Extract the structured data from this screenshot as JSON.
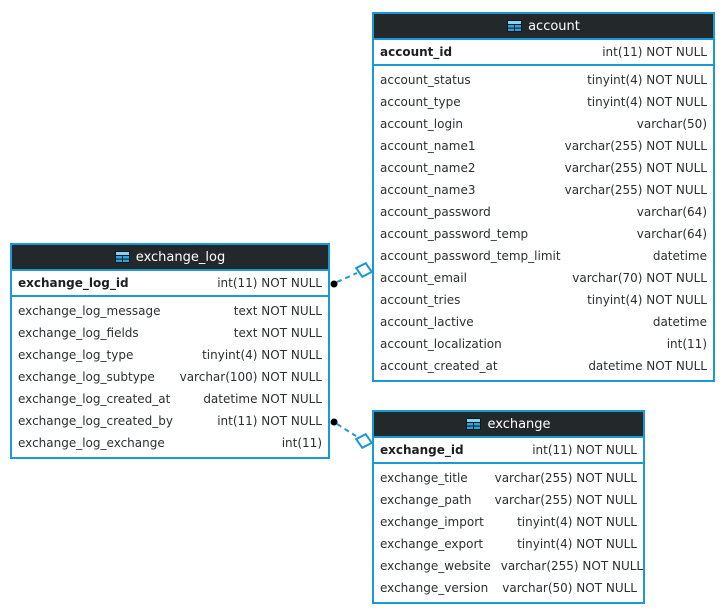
{
  "colors": {
    "accent_blue": "#1b99d5",
    "header_background": "#23282a",
    "header_text": "#ffffff",
    "row_text": "#2b2f31",
    "connector_dot": "#000000",
    "icon_light_blue": "#85d2f2",
    "icon_mid_blue": "#2aa2db"
  },
  "tables": [
    {
      "name": "account",
      "icon": "table-icon",
      "primary_key": {
        "name": "account_id",
        "type": "int(11) NOT NULL"
      },
      "fields": [
        {
          "name": "account_status",
          "type": "tinyint(4) NOT NULL"
        },
        {
          "name": "account_type",
          "type": "tinyint(4) NOT NULL"
        },
        {
          "name": "account_login",
          "type": "varchar(50)"
        },
        {
          "name": "account_name1",
          "type": "varchar(255) NOT NULL"
        },
        {
          "name": "account_name2",
          "type": "varchar(255) NOT NULL"
        },
        {
          "name": "account_name3",
          "type": "varchar(255) NOT NULL"
        },
        {
          "name": "account_password",
          "type": "varchar(64)"
        },
        {
          "name": "account_password_temp",
          "type": "varchar(64)"
        },
        {
          "name": "account_password_temp_limit",
          "type": "datetime"
        },
        {
          "name": "account_email",
          "type": "varchar(70) NOT NULL"
        },
        {
          "name": "account_tries",
          "type": "tinyint(4) NOT NULL"
        },
        {
          "name": "account_lactive",
          "type": "datetime"
        },
        {
          "name": "account_localization",
          "type": "int(11)"
        },
        {
          "name": "account_created_at",
          "type": "datetime NOT NULL"
        }
      ]
    },
    {
      "name": "exchange_log",
      "icon": "table-icon",
      "primary_key": {
        "name": "exchange_log_id",
        "type": "int(11) NOT NULL"
      },
      "fields": [
        {
          "name": "exchange_log_message",
          "type": "text NOT NULL"
        },
        {
          "name": "exchange_log_fields",
          "type": "text NOT NULL"
        },
        {
          "name": "exchange_log_type",
          "type": "tinyint(4) NOT NULL"
        },
        {
          "name": "exchange_log_subtype",
          "type": "varchar(100) NOT NULL"
        },
        {
          "name": "exchange_log_created_at",
          "type": "datetime NOT NULL"
        },
        {
          "name": "exchange_log_created_by",
          "type": "int(11) NOT NULL"
        },
        {
          "name": "exchange_log_exchange",
          "type": "int(11)"
        }
      ]
    },
    {
      "name": "exchange",
      "icon": "table-icon",
      "primary_key": {
        "name": "exchange_id",
        "type": "int(11) NOT NULL"
      },
      "fields": [
        {
          "name": "exchange_title",
          "type": "varchar(255) NOT NULL"
        },
        {
          "name": "exchange_path",
          "type": "varchar(255) NOT NULL"
        },
        {
          "name": "exchange_import",
          "type": "tinyint(4) NOT NULL"
        },
        {
          "name": "exchange_export",
          "type": "tinyint(4) NOT NULL"
        },
        {
          "name": "exchange_website",
          "type": "varchar(255) NOT NULL"
        },
        {
          "name": "exchange_version",
          "type": "varchar(50) NOT NULL"
        }
      ]
    }
  ],
  "relations": [
    {
      "from": "exchange_log",
      "to": "account"
    },
    {
      "from": "exchange_log",
      "to": "exchange"
    }
  ]
}
